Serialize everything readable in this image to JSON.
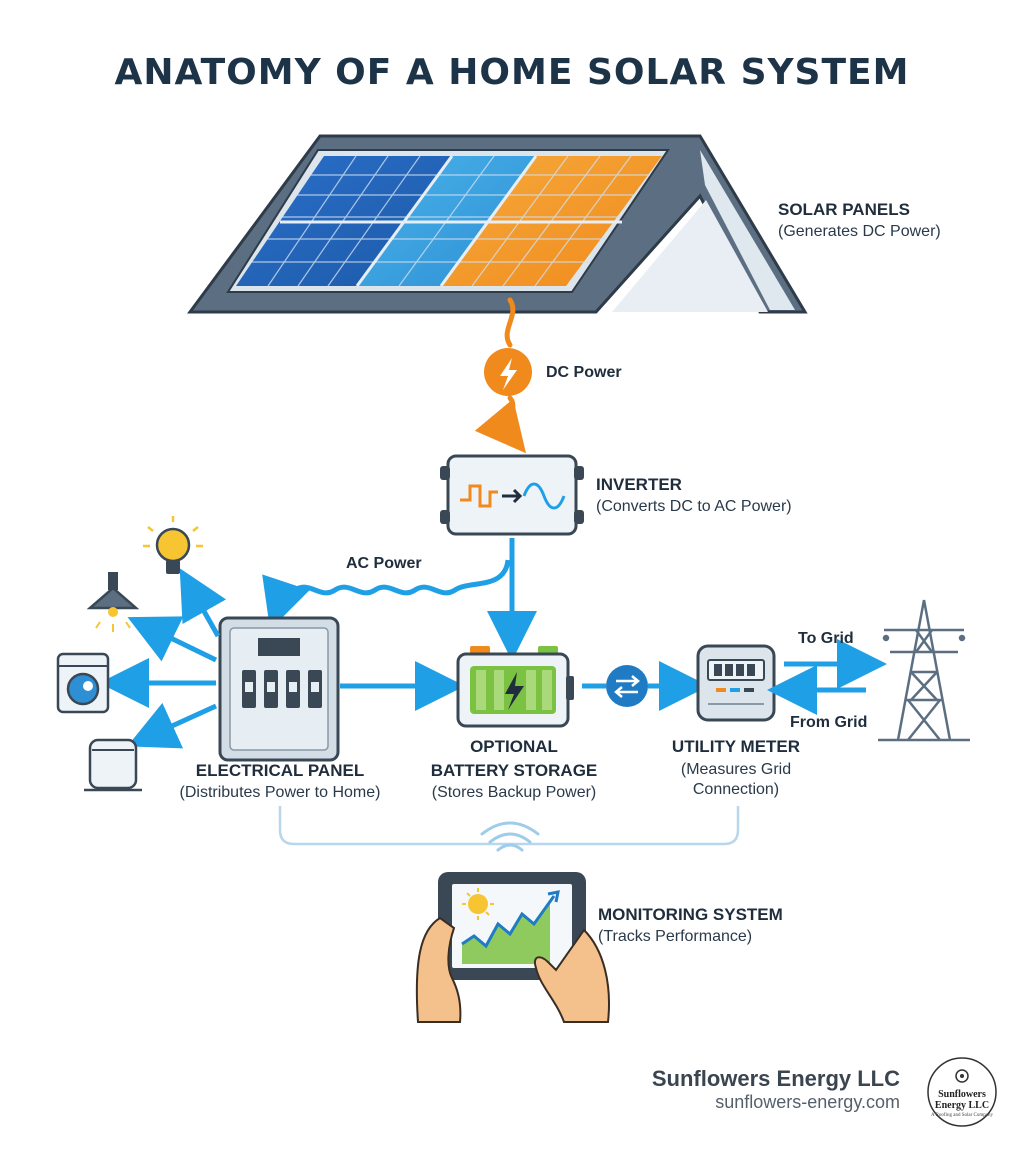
{
  "title": "ANATOMY OF A HOME SOLAR SYSTEM",
  "components": {
    "solar_panels": {
      "label": "SOLAR PANELS",
      "desc": "(Generates DC Power)"
    },
    "inverter": {
      "label": "INVERTER",
      "desc": "(Converts DC to AC Power)"
    },
    "electrical_panel": {
      "label": "ELECTRICAL PANEL",
      "desc": "(Distributes Power to Home)"
    },
    "battery": {
      "label_line1": "OPTIONAL",
      "label_line2": "BATTERY STORAGE",
      "desc": "(Stores Backup Power)"
    },
    "utility_meter": {
      "label": "UTILITY METER",
      "desc_line1": "(Measures Grid",
      "desc_line2": "Connection)"
    },
    "monitoring": {
      "label": "MONITORING SYSTEM",
      "desc": "(Tracks Performance)"
    }
  },
  "flows": {
    "dc_power": "DC Power",
    "ac_power": "AC Power",
    "to_grid": "To Grid",
    "from_grid": "From Grid"
  },
  "icons": [
    "lightning-bolt-icon",
    "light-bulb-icon",
    "ceiling-lamp-icon",
    "washing-machine-icon",
    "appliance-icon",
    "sync-arrows-icon",
    "power-tower-icon",
    "wifi-signal-icon",
    "sun-icon",
    "growth-chart-icon"
  ],
  "brand": {
    "name": "Sunflowers Energy LLC",
    "url": "sunflowers-energy.com",
    "seal_text": "Sunflowers Energy LLC",
    "seal_tagline": "A Roofing and Solar Company"
  },
  "colors": {
    "dc_flow": "#f08a1c",
    "ac_flow": "#1fa0e6",
    "title": "#1d3348",
    "battery_green": "#7cc242"
  }
}
